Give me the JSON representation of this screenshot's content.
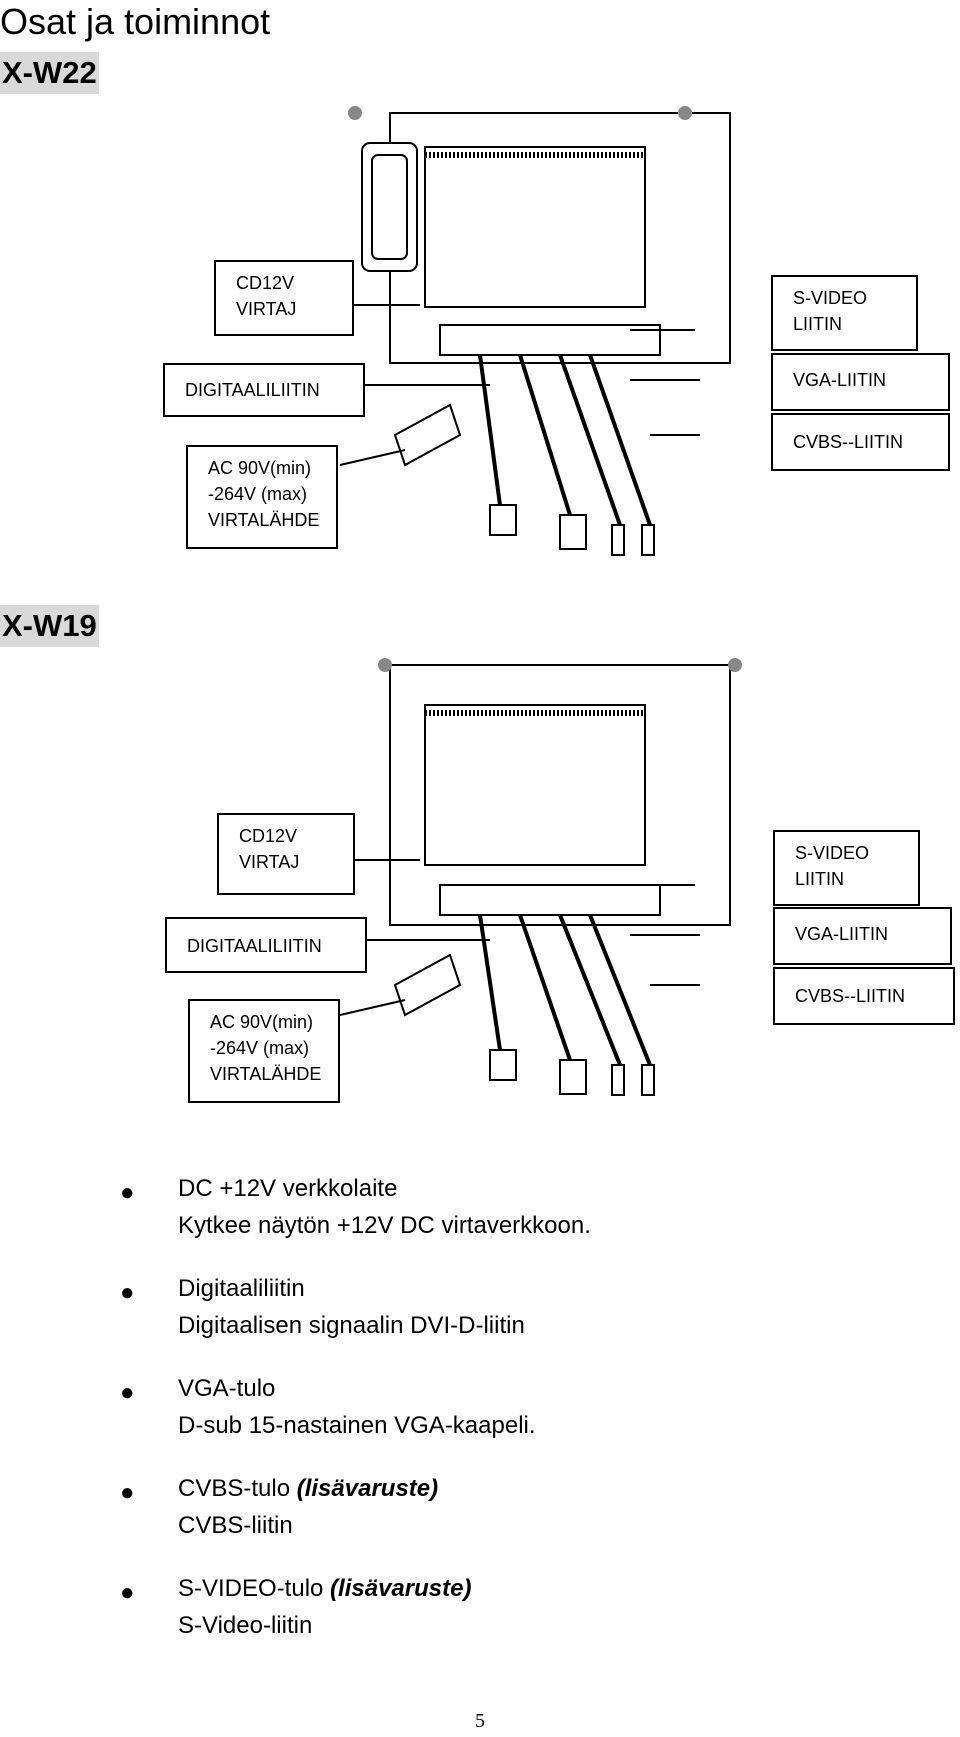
{
  "page": {
    "title": "Osat ja toiminnot",
    "page_number": "5"
  },
  "figures": [
    {
      "model": "X-W22",
      "labels": {
        "dc": "CD12V\nVIRTAJ",
        "digital": "DIGITAALILIITIN",
        "ac": "AC 90V(min)\n-264V (max)\nVIRTALÄHDE",
        "svideo": "S-VIDEO\nLIITIN",
        "vga": "VGA-LIITIN",
        "cvbs": "CVBS--LIITIN"
      }
    },
    {
      "model": "X-W19",
      "labels": {
        "dc": "CD12V\nVIRTAJ",
        "digital": "DIGITAALILIITIN",
        "ac": "AC 90V(min)\n-264V (max)\nVIRTALÄHDE",
        "svideo": "S-VIDEO\nLIITIN",
        "vga": "VGA-LIITIN",
        "cvbs": "CVBS--LIITIN"
      }
    }
  ],
  "bullets": [
    {
      "title": "DC +12V verkkolaite",
      "suffix": "",
      "desc": "Kytkee näytön +12V DC virtaverkkoon."
    },
    {
      "title": "Digitaaliliitin",
      "suffix": "",
      "desc": "Digitaalisen signaalin DVI-D-liitin"
    },
    {
      "title": "VGA-tulo",
      "suffix": "",
      "desc": "D-sub 15-nastainen VGA-kaapeli."
    },
    {
      "title": "CVBS-tulo ",
      "suffix": "(lisävaruste)",
      "desc": "CVBS-liitin"
    },
    {
      "title": "S-VIDEO-tulo ",
      "suffix": "(lisävaruste)",
      "desc": "S-Video-liitin"
    }
  ]
}
